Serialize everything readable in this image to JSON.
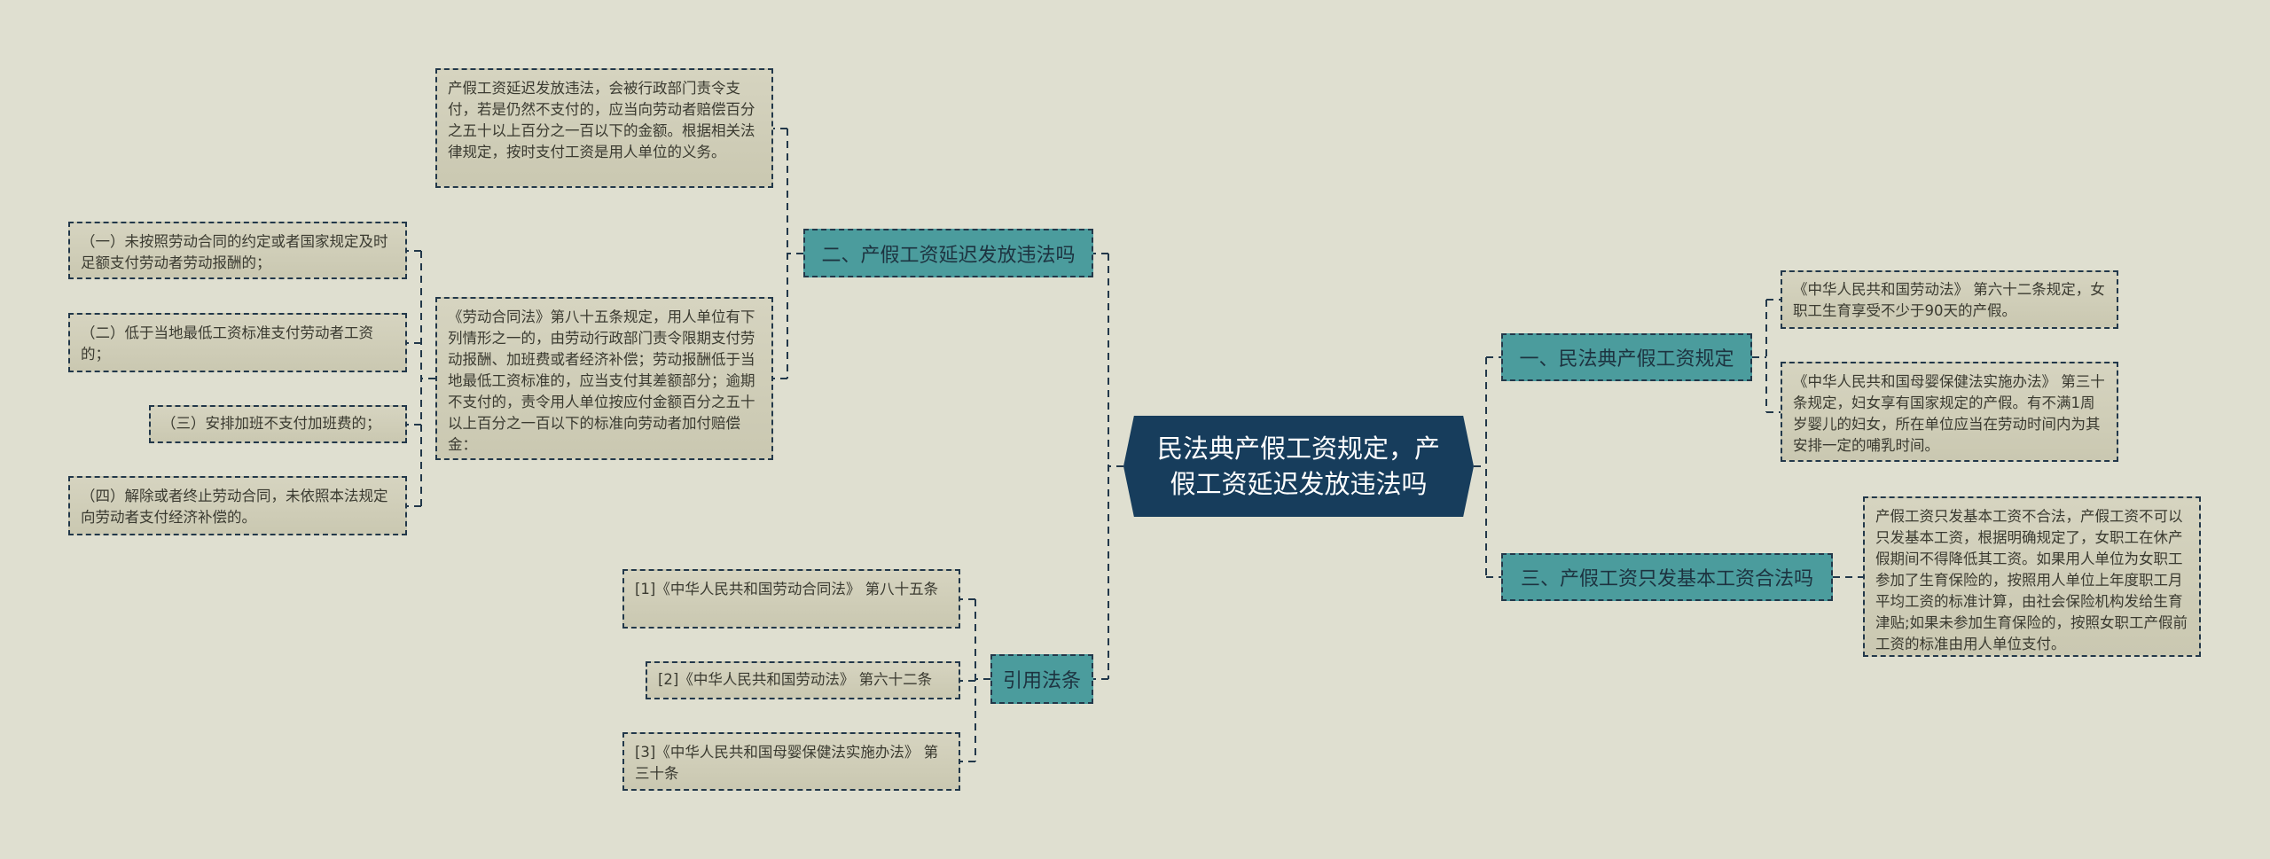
{
  "center": {
    "title": "民法典产假工资规定，产假工资延迟发放违法吗"
  },
  "branches": {
    "b1": {
      "label": "一、民法典产假工资规定",
      "leaves": [
        "《中华人民共和国劳动法》 第六十二条规定，女职工生育享受不少于90天的产假。",
        "《中华人民共和国母婴保健法实施办法》 第三十条规定，妇女享有国家规定的产假。有不满1周岁婴儿的妇女，所在单位应当在劳动时间内为其安排一定的哺乳时间。"
      ]
    },
    "b2": {
      "label": "二、产假工资延迟发放违法吗",
      "leaves": [
        "产假工资延迟发放违法，会被行政部门责令支付，若是仍然不支付的，应当向劳动者赔偿百分之五十以上百分之一百以下的金额。根据相关法律规定，按时支付工资是用人单位的义务。",
        "《劳动合同法》第八十五条规定，用人单位有下列情形之一的，由劳动行政部门责令限期支付劳动报酬、加班费或者经济补偿；劳动报酬低于当地最低工资标准的，应当支付其差额部分；逾期不支付的，责令用人单位按应付金额百分之五十以上百分之一百以下的标准向劳动者加付赔偿金："
      ],
      "sub_leaves": [
        "（一）未按照劳动合同的约定或者国家规定及时足额支付劳动者劳动报酬的；",
        "（二）低于当地最低工资标准支付劳动者工资的；",
        "（三）安排加班不支付加班费的；",
        "（四）解除或者终止劳动合同，未依照本法规定向劳动者支付经济补偿的。"
      ]
    },
    "b3": {
      "label": "三、产假工资只发基本工资合法吗",
      "leaves": [
        "产假工资只发基本工资不合法，产假工资不可以只发基本工资，根据明确规定了，女职工在休产假期间不得降低其工资。如果用人单位为女职工参加了生育保险的，按照用人单位上年度职工月平均工资的标准计算，由社会保险机构发给生育津贴;如果未参加生育保险的，按照女职工产假前工资的标准由用人单位支付。"
      ]
    },
    "b4": {
      "label": "引用法条",
      "leaves": [
        "[1]《中华人民共和国劳动合同法》 第八十五条",
        "[2]《中华人民共和国劳动法》 第六十二条",
        "[3]《中华人民共和国母婴保健法实施办法》 第三十条"
      ]
    }
  },
  "colors": {
    "background": "#dfdfd0",
    "center": "#173d5c",
    "branch": "#4b9c9d",
    "leaf": "#cfcdb8",
    "line": "#22384a"
  }
}
